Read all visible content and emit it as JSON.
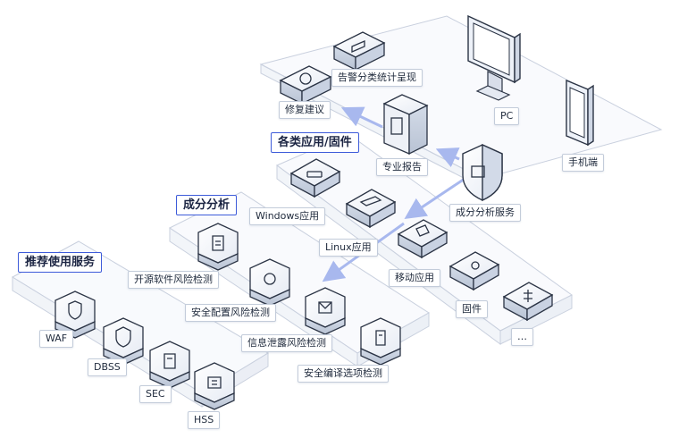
{
  "sections": {
    "recommended": "推荐使用服务",
    "analysis": "成分分析",
    "apps": "各类应用/固件"
  },
  "nodes": {
    "waf": "WAF",
    "dbss": "DBSS",
    "sec": "SEC",
    "hss": "HSS",
    "oss_risk": "开源软件风险检测",
    "config_risk": "安全配置风险检测",
    "leak_risk": "信息泄露风险检测",
    "compile_check": "安全编译选项检测",
    "windows": "Windows应用",
    "linux": "Linux应用",
    "mobile": "移动应用",
    "firmware": "固件",
    "more": "…",
    "service": "成分分析服务",
    "report": "专业报告",
    "fix": "修复建议",
    "stats": "告警分类统计呈现",
    "pc": "PC",
    "mobile_client": "手机端"
  },
  "colors": {
    "accent": "#3d5bd9",
    "arrow": "#a8b8ee",
    "box_line": "#bcc4d6",
    "icon_stroke": "#2b3445"
  },
  "icons": [
    "shield-icon",
    "chip-icon",
    "gear-icon",
    "document-icon",
    "window-icon",
    "phone-icon",
    "monitor-icon",
    "cube-icon"
  ]
}
